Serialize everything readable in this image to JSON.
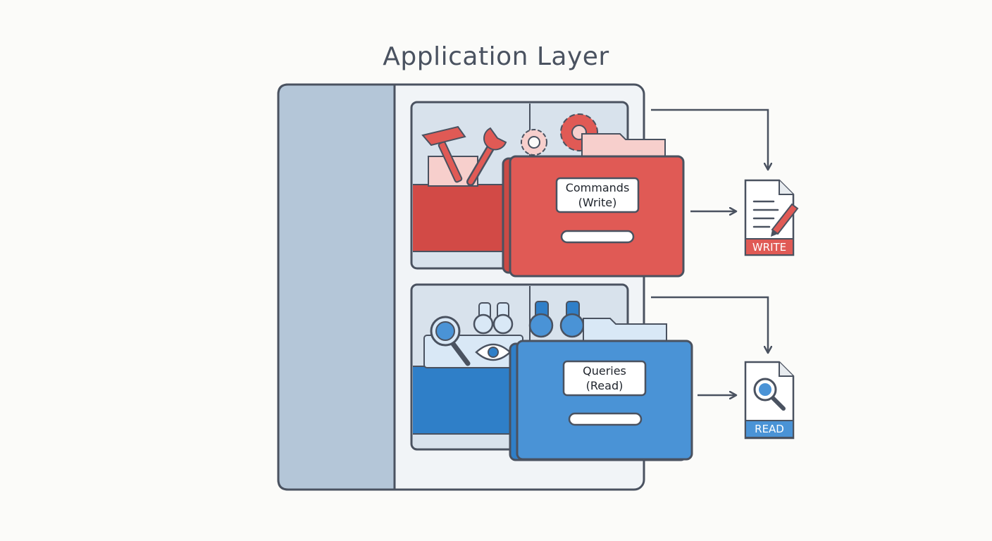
{
  "title": "Application Layer",
  "commands": {
    "line1": "Commands",
    "line2": "(Write)",
    "badge": "WRITE"
  },
  "queries": {
    "line1": "Queries",
    "line2": "(Read)",
    "badge": "READ"
  },
  "colors": {
    "stroke": "#4a5260",
    "panel": "#b4c6d8",
    "cabinet": "#f1f4f7",
    "red": "#e05a55",
    "red_dark": "#cc4a45",
    "red_light": "#f7cfcc",
    "blue": "#4a93d6",
    "blue_dark": "#2f7fc8",
    "blue_light": "#d9e8f6"
  }
}
